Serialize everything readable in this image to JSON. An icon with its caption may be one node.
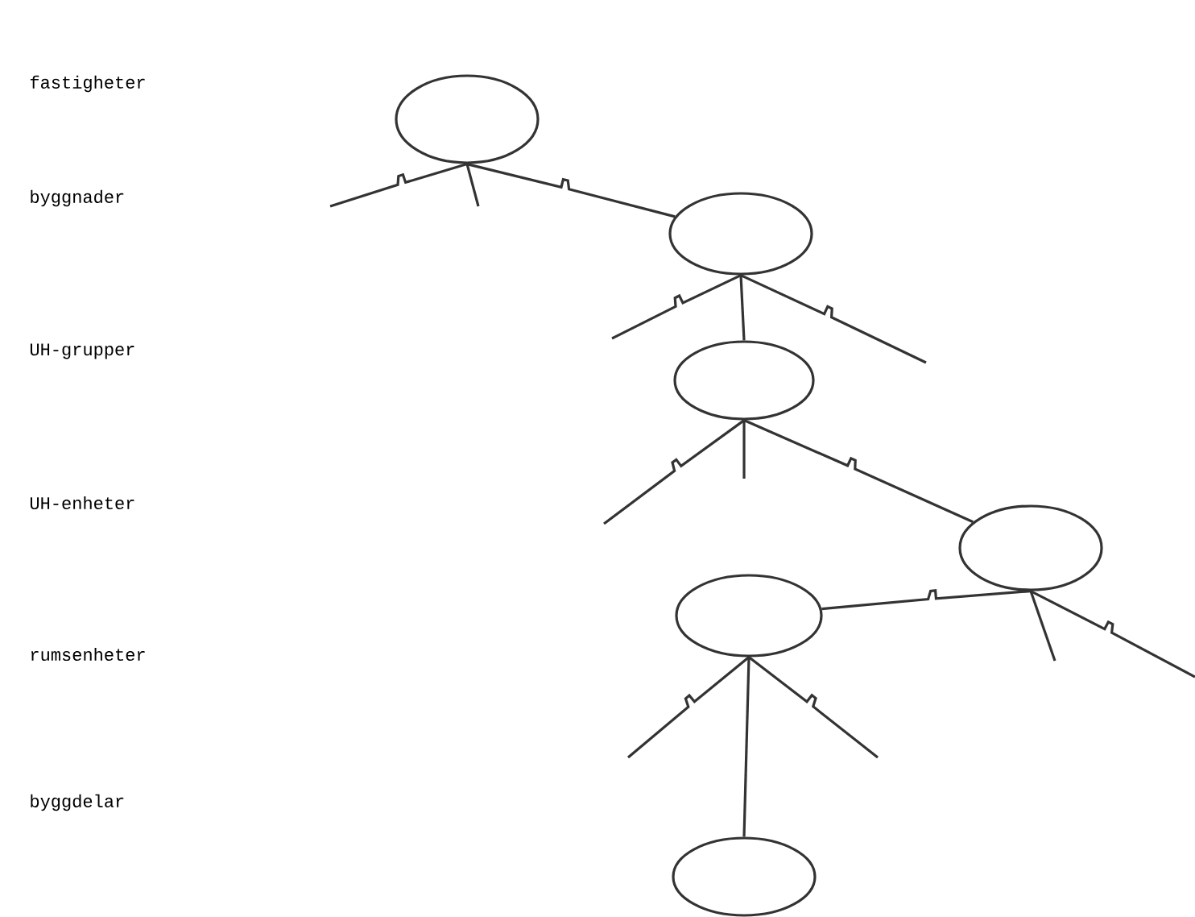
{
  "diagram": {
    "nodes": [
      {
        "text": [],
        "shape": "ellipse"
      },
      {
        "text": [],
        "shape": "ellipse"
      },
      {
        "text": [],
        "shape": "ellipse"
      },
      {
        "text": [],
        "shape": "ellipse"
      },
      {
        "text": [],
        "shape": "ellipse"
      },
      {
        "text": [],
        "shape": "ellipse"
      }
    ],
    "edges": [
      {
        "from": 0,
        "to": null,
        "arrow": "none"
      },
      {
        "from": 0,
        "to": null,
        "arrow": "none"
      },
      {
        "from": 0,
        "to": 1,
        "arrow": "none"
      },
      {
        "from": 1,
        "to": null,
        "arrow": "none"
      },
      {
        "from": 1,
        "to": 2,
        "arrow": "none"
      },
      {
        "from": 1,
        "to": null,
        "arrow": "none"
      },
      {
        "from": 2,
        "to": null,
        "arrow": "none"
      },
      {
        "from": 2,
        "to": null,
        "arrow": "none"
      },
      {
        "from": 2,
        "to": 3,
        "arrow": "none"
      },
      {
        "from": 3,
        "to": 4,
        "arrow": "none"
      },
      {
        "from": 3,
        "to": null,
        "arrow": "none"
      },
      {
        "from": 3,
        "to": null,
        "arrow": "none"
      },
      {
        "from": 4,
        "to": null,
        "arrow": "none"
      },
      {
        "from": 4,
        "to": 5,
        "arrow": "none"
      },
      {
        "from": 4,
        "to": null,
        "arrow": "none"
      }
    ],
    "labels": [
      "fastigheter",
      "byggnader",
      "UH-grupper",
      "UH-enheter",
      "rumsenheter",
      "byggdelar"
    ]
  }
}
